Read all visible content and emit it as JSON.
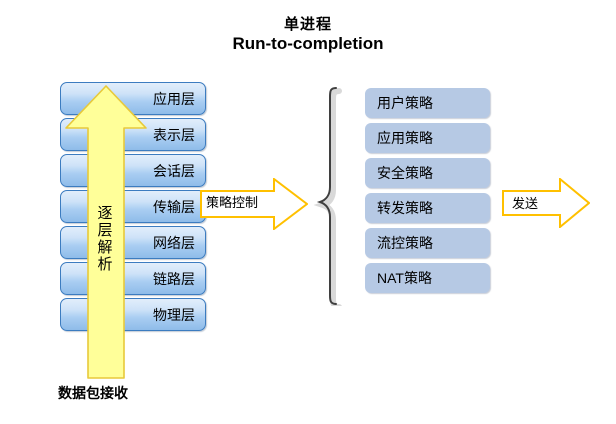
{
  "title": {
    "line1": "单进程",
    "line2": "Run-to-completion"
  },
  "osi_stack": {
    "name": "OSI 分层协议栈",
    "layers": [
      {
        "label": "应用层"
      },
      {
        "label": "表示层"
      },
      {
        "label": "会话层"
      },
      {
        "label": "传输层"
      },
      {
        "label": "网络层"
      },
      {
        "label": "链路层"
      },
      {
        "label": "物理层"
      }
    ]
  },
  "up_arrow": {
    "label": "逐层解析",
    "fill": "#ffff99",
    "stroke": "#e8c93a"
  },
  "bottom_label": {
    "text": "数据包接收"
  },
  "policy_arrow": {
    "label": "策略控制",
    "fill": "#ffffff",
    "stroke": "#ffc000"
  },
  "send_arrow": {
    "label": "发送",
    "fill": "#ffffff",
    "stroke": "#ffc000"
  },
  "brace": {
    "name": "left-curly-brace",
    "stroke": "#3f3f3f",
    "shadow": "#d9d9d9"
  },
  "policy_stack": {
    "name": "策略处理列表",
    "items": [
      {
        "label": "用户策略"
      },
      {
        "label": "应用策略"
      },
      {
        "label": "安全策略"
      },
      {
        "label": "转发策略"
      },
      {
        "label": "流控策略"
      },
      {
        "label": "NAT策略"
      }
    ]
  },
  "colors": {
    "layer_border": "#3c7cc0",
    "layer_fill_top": "#e2eefb",
    "layer_fill_bottom": "#8fbce9",
    "policy_fill": "#b6c9e4",
    "arrow_yellow": "#ffff99",
    "arrow_gold": "#ffc000",
    "background": "#ffffff",
    "text": "#000000"
  }
}
